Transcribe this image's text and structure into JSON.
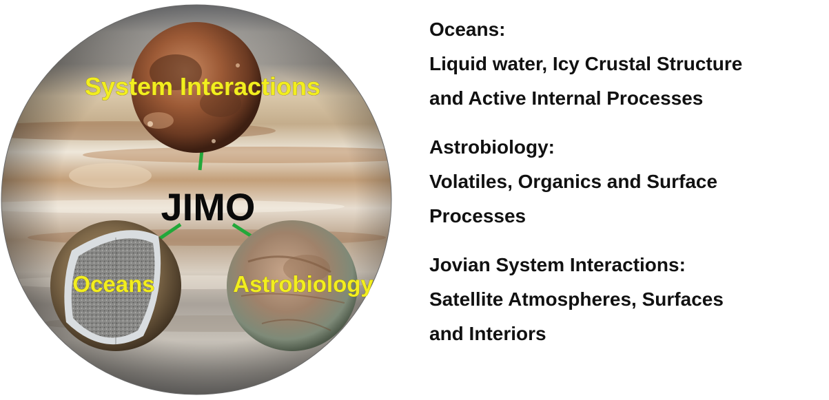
{
  "diagram": {
    "center_label": "JIMO",
    "moons": [
      {
        "label": "System Interactions"
      },
      {
        "label": "Oceans"
      },
      {
        "label": "Astrobiology"
      }
    ]
  },
  "topics": [
    {
      "heading": "Oceans:",
      "lines": [
        "Liquid water, Icy Crustal Structure",
        "and Active Internal Processes"
      ]
    },
    {
      "heading": "Astrobiology:",
      "lines": [
        "Volatiles, Organics and Surface",
        "Processes"
      ]
    },
    {
      "heading": "Jovian System Interactions:",
      "lines": [
        "Satellite Atmospheres, Surfaces",
        "and Interiors"
      ]
    }
  ],
  "colors": {
    "moon_label": "#f2ee1f",
    "connector": "#22a83a",
    "text": "#111111"
  }
}
